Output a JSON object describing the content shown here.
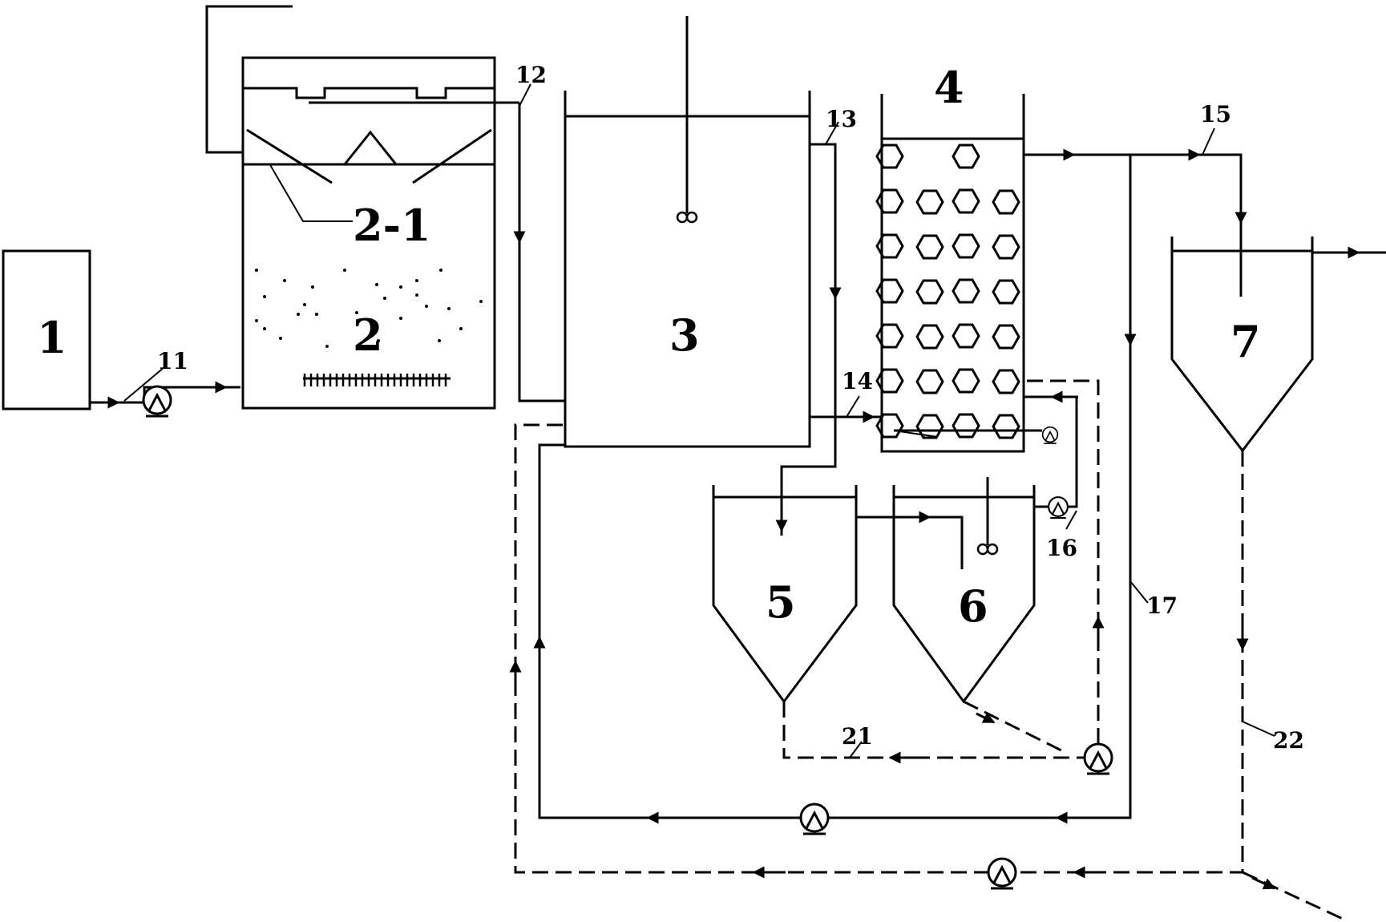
{
  "diagram": {
    "units": {
      "u1": "1",
      "u2": "2",
      "u2_1": "2-1",
      "u3": "3",
      "u4": "4",
      "u5": "5",
      "u6": "6",
      "u7": "7"
    },
    "pipes": {
      "p11": "11",
      "p12": "12",
      "p13": "13",
      "p14": "14",
      "p15": "15",
      "p16": "16",
      "p17": "17",
      "p21": "21",
      "p22": "22"
    }
  }
}
